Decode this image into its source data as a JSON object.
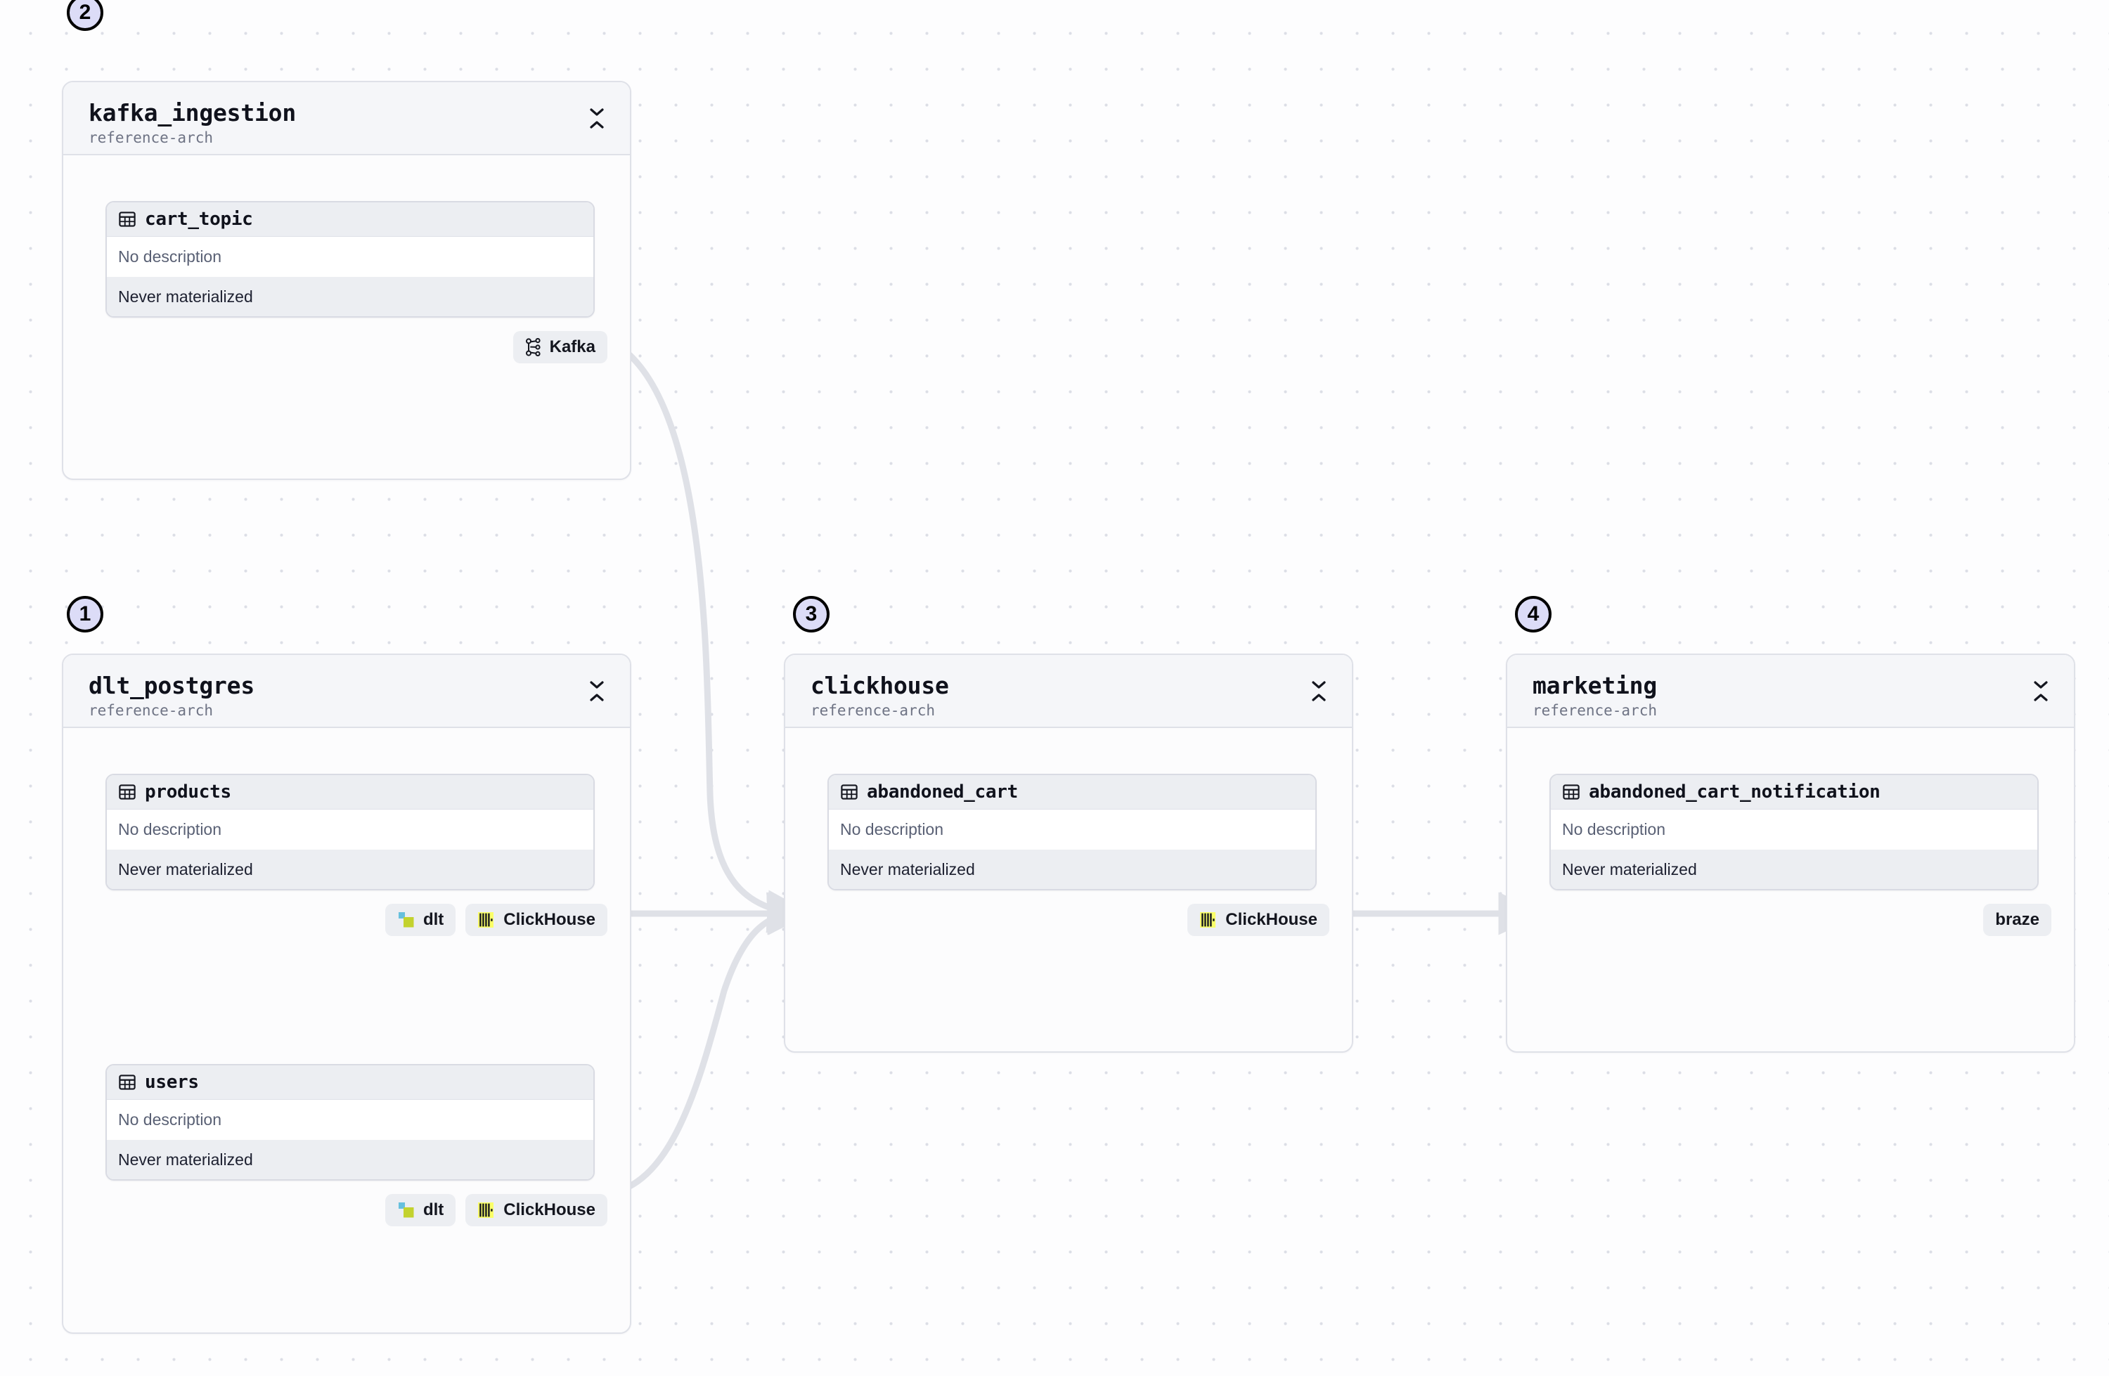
{
  "canvas": {
    "background": "#fdfdfe",
    "dot_color": "#dcdee6",
    "edge_color": "#dee0e6",
    "accent": "#dcdcf7"
  },
  "common": {
    "no_description": "No description",
    "never_materialized": "Never materialized",
    "subtitle": "reference-arch",
    "collapse_icon": "chevron-collapse-icon",
    "table_icon": "table-grid-icon"
  },
  "step_badges": [
    {
      "label": "1",
      "for": "dlt_postgres"
    },
    {
      "label": "2",
      "for": "kafka_ingestion"
    },
    {
      "label": "3",
      "for": "clickhouse"
    },
    {
      "label": "4",
      "for": "marketing"
    }
  ],
  "groups": [
    {
      "id": "kafka_ingestion",
      "title": "kafka_ingestion",
      "subtitle": "reference-arch",
      "tables": [
        {
          "name": "cart_topic",
          "description": "No description",
          "materialization": "Never materialized",
          "badges": [
            {
              "label": "Kafka",
              "logo": "kafka-logo-icon"
            }
          ]
        }
      ]
    },
    {
      "id": "dlt_postgres",
      "title": "dlt_postgres",
      "subtitle": "reference-arch",
      "tables": [
        {
          "name": "products",
          "description": "No description",
          "materialization": "Never materialized",
          "badges": [
            {
              "label": "dlt",
              "logo": "dlt-logo-icon"
            },
            {
              "label": "ClickHouse",
              "logo": "clickhouse-logo-icon"
            }
          ]
        },
        {
          "name": "users",
          "description": "No description",
          "materialization": "Never materialized",
          "badges": [
            {
              "label": "dlt",
              "logo": "dlt-logo-icon"
            },
            {
              "label": "ClickHouse",
              "logo": "clickhouse-logo-icon"
            }
          ]
        }
      ]
    },
    {
      "id": "clickhouse",
      "title": "clickhouse",
      "subtitle": "reference-arch",
      "tables": [
        {
          "name": "abandoned_cart",
          "description": "No description",
          "materialization": "Never materialized",
          "badges": [
            {
              "label": "ClickHouse",
              "logo": "clickhouse-logo-icon"
            }
          ]
        }
      ]
    },
    {
      "id": "marketing",
      "title": "marketing",
      "subtitle": "reference-arch",
      "tables": [
        {
          "name": "abandoned_cart_notification",
          "description": "No description",
          "materialization": "Never materialized",
          "badges": [
            {
              "label": "braze",
              "logo": "none"
            }
          ]
        }
      ]
    }
  ],
  "edges": [
    {
      "from": "products",
      "to": "abandoned_cart",
      "style": "straight-arrow"
    },
    {
      "from": "users",
      "to": "abandoned_cart",
      "style": "curve-arrow"
    },
    {
      "from": "cart_topic",
      "to": "abandoned_cart",
      "style": "curve-arrow"
    },
    {
      "from": "abandoned_cart",
      "to": "abandoned_cart_notification",
      "style": "straight-arrow"
    }
  ]
}
